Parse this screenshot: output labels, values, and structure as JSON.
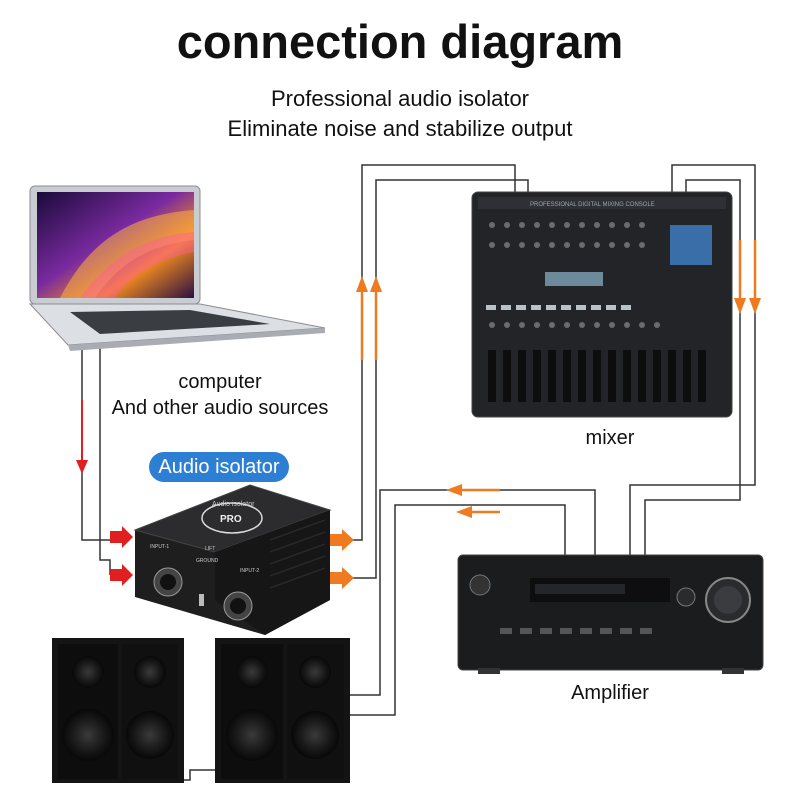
{
  "header": {
    "title": "connection diagram",
    "subtitle_line1": "Professional audio isolator",
    "subtitle_line2": "Eliminate noise and stabilize output"
  },
  "labels": {
    "computer_line1": "computer",
    "computer_line2": "And other audio sources",
    "mixer": "mixer",
    "amplifier": "Amplifier",
    "isolator_badge": "Audio isolator"
  },
  "device_text": {
    "isolator_logo": "PRO",
    "isolator_name": "Audio isolator",
    "input1": "INPUT-1",
    "input2": "INPUT-2",
    "ground": "GROUND",
    "lift": "LIFT",
    "mixer_banner": "PROFESSIONAL DIGITAL MIXING CONSOLE"
  },
  "colors": {
    "wire": "#333333",
    "arrow_red": "#e02020",
    "arrow_orange": "#f07a20",
    "badge": "#2d7fd3",
    "device_dark": "#1e1e1e"
  }
}
